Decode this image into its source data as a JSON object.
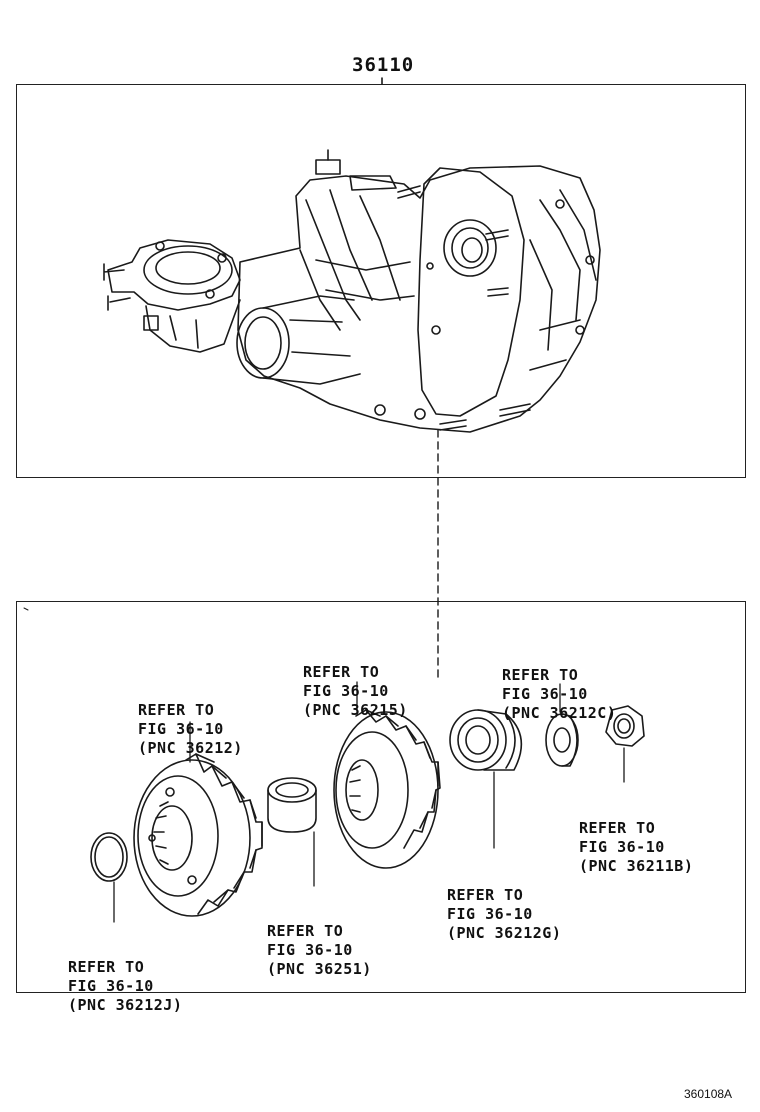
{
  "diagram": {
    "assembly_part_number": "36110",
    "figure_code": "360108A",
    "callouts": [
      {
        "id": "36212",
        "lines": [
          "REFER TO",
          "FIG 36-10",
          "(PNC 36212)"
        ]
      },
      {
        "id": "36215",
        "lines": [
          "REFER TO",
          "FIG 36-10",
          "(PNC 36215)"
        ]
      },
      {
        "id": "36212C",
        "lines": [
          "REFER TO",
          "FIG 36-10",
          "(PNC 36212C)"
        ]
      },
      {
        "id": "36211B",
        "lines": [
          "REFER TO",
          "FIG 36-10",
          "(PNC 36211B)"
        ]
      },
      {
        "id": "36212G",
        "lines": [
          "REFER TO",
          "FIG 36-10",
          "(PNC 36212G)"
        ]
      },
      {
        "id": "36251",
        "lines": [
          "REFER TO",
          "FIG 36-10",
          "(PNC 36251)"
        ]
      },
      {
        "id": "36212J",
        "lines": [
          "REFER TO",
          "FIG 36-10",
          "(PNC 36212J)"
        ]
      }
    ]
  }
}
